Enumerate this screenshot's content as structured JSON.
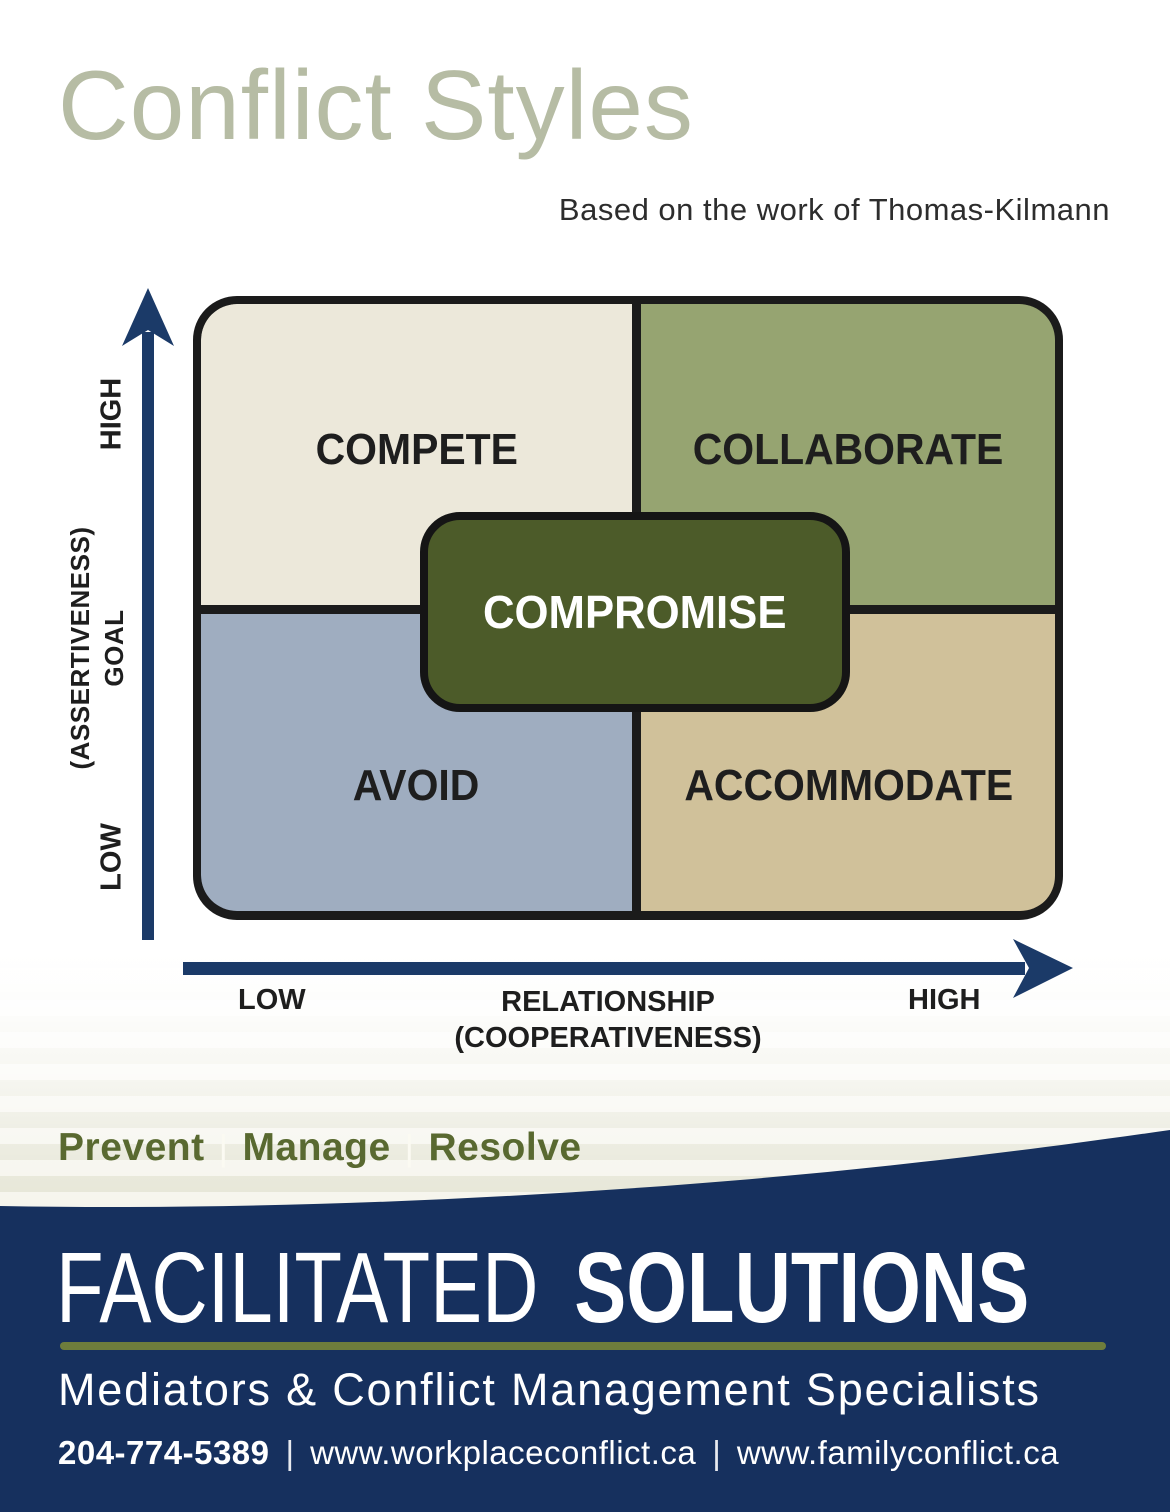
{
  "header": {
    "title": "Conflict Styles",
    "subtitle": "Based on the work of Thomas-Kilmann"
  },
  "diagram": {
    "quadrants": [
      {
        "id": "compete",
        "label": "COMPETE",
        "color": "#ece8da"
      },
      {
        "id": "collaborate",
        "label": "COLLABORATE",
        "color": "#96a471"
      },
      {
        "id": "avoid",
        "label": "AVOID",
        "color": "#9fadc0"
      },
      {
        "id": "accommodate",
        "label": "ACCOMMODATE",
        "color": "#d0c19a"
      }
    ],
    "center": {
      "label": "COMPROMISE",
      "color": "#4c5b29"
    },
    "y_axis": {
      "high": "HIGH",
      "mid_line1": "(ASSERTIVENESS)",
      "mid_line2": "GOAL",
      "low": "LOW"
    },
    "x_axis": {
      "low": "LOW",
      "mid_line1": "RELATIONSHIP",
      "mid_line2": "(COOPERATIVENESS)",
      "high": "HIGH"
    }
  },
  "tagline": {
    "items": [
      "Prevent",
      "Manage",
      "Resolve"
    ],
    "separator": "|"
  },
  "footer": {
    "brand_regular": "FACILITATED",
    "brand_bold": "SOLUTIONS",
    "subtitle": "Mediators & Conflict Management Specialists",
    "phone": "204-774-5389",
    "separator": "|",
    "website_workplace": "www.workplaceconflict.ca",
    "website_family": "www.familyconflict.ca"
  },
  "colors": {
    "title_sage": "#b6bca4",
    "navy": "#16305e",
    "arrow_navy": "#1b3a68",
    "line_black": "#1b1b1b",
    "tagline_olive": "#596930",
    "rule_olive": "#6e7d3c",
    "stripe_dark": "#e2e2d0",
    "stripe_light": "#f4f3ea"
  }
}
